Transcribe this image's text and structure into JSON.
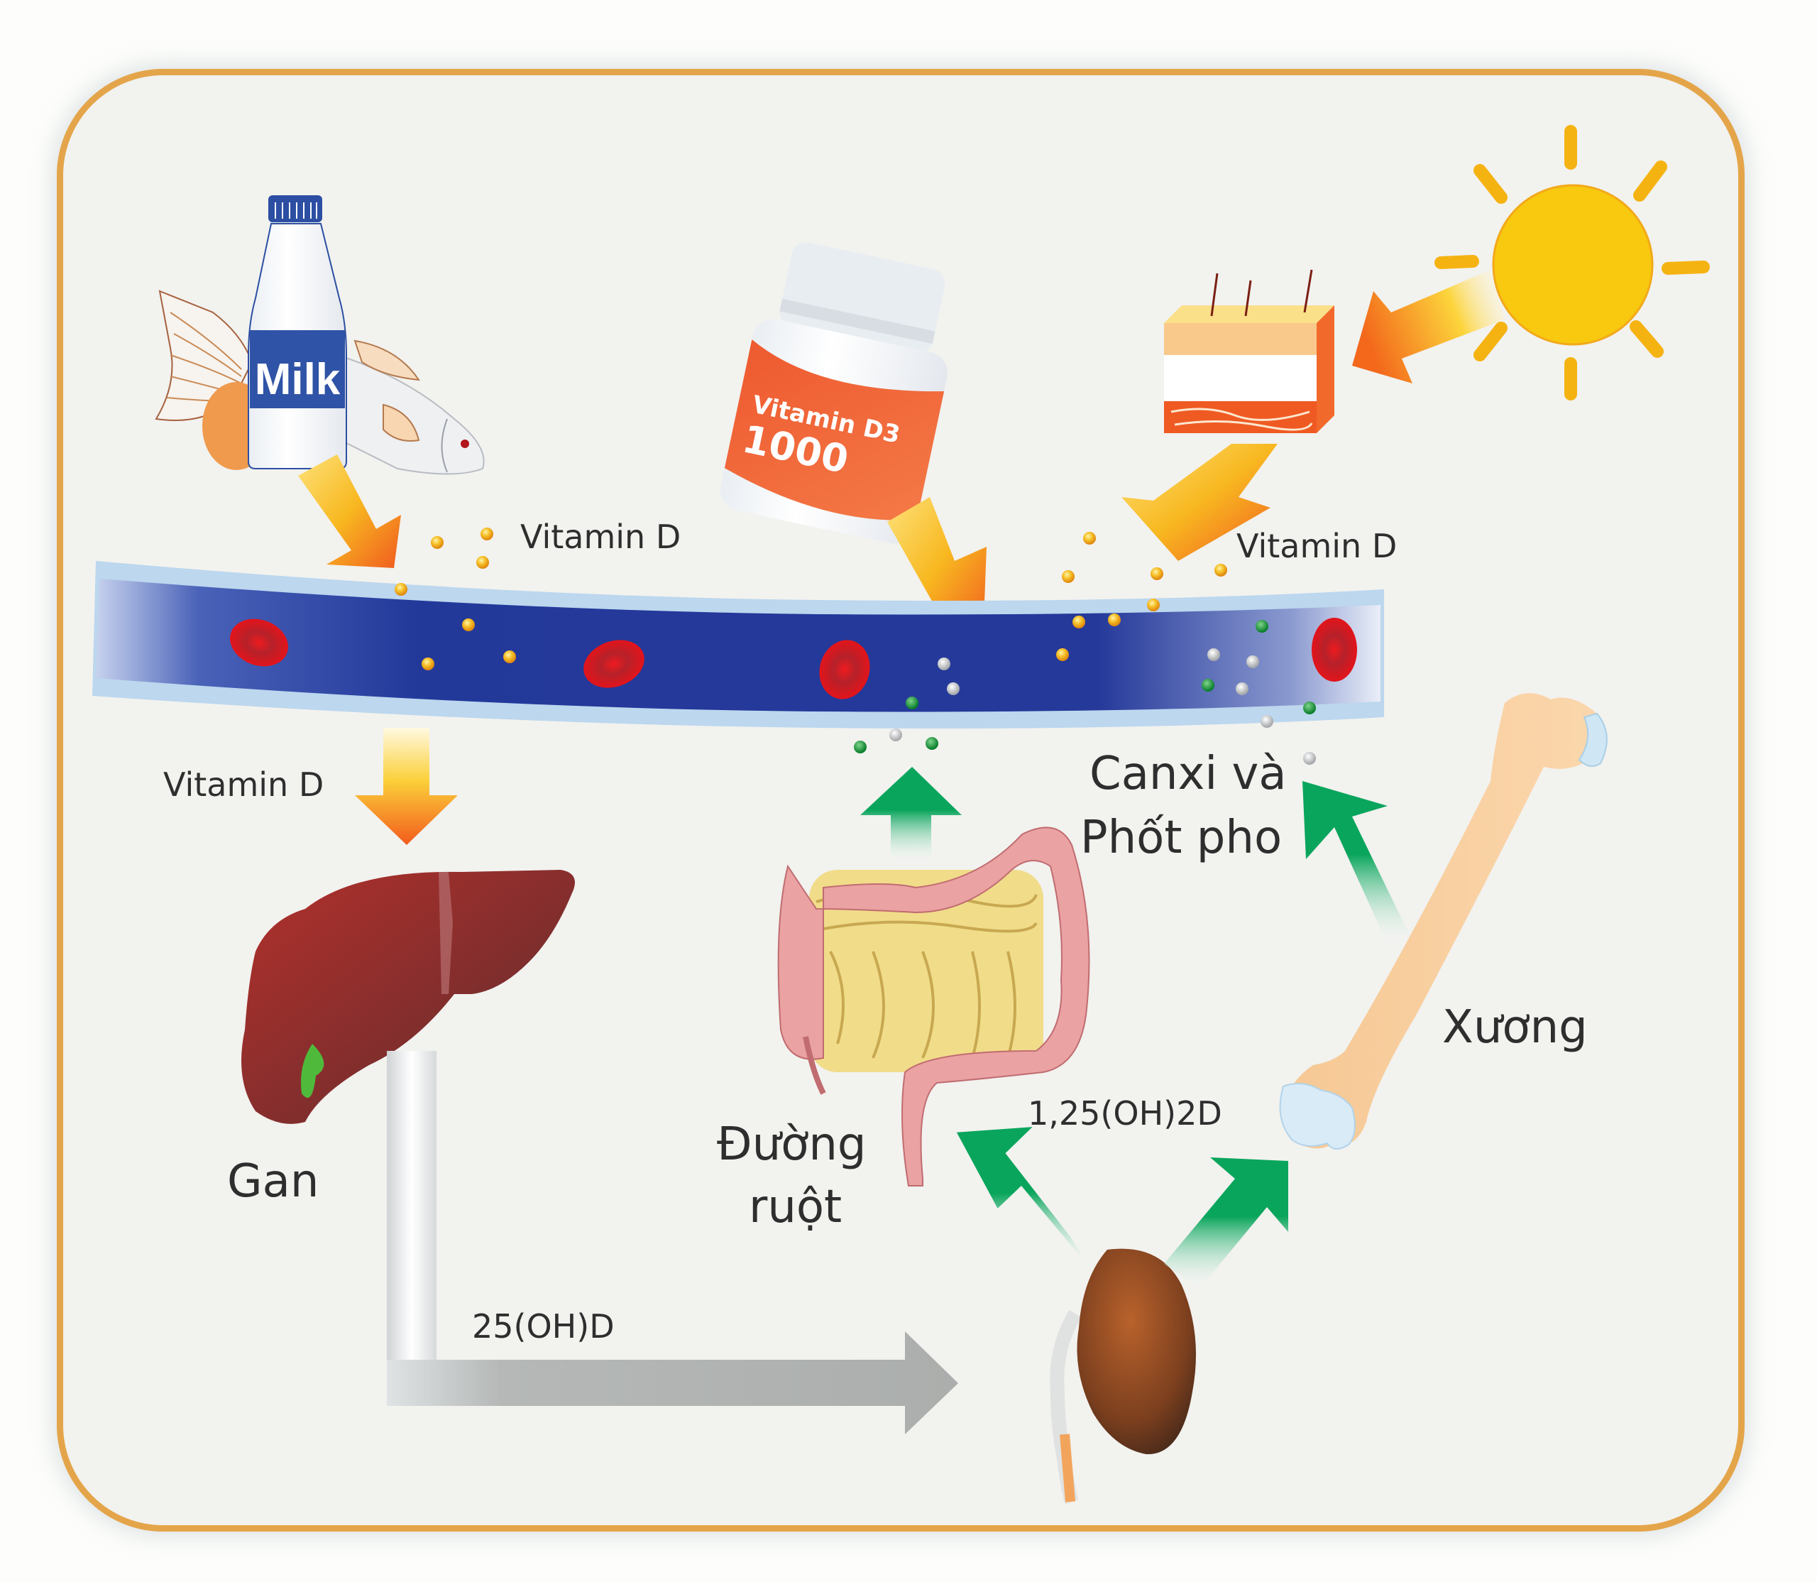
{
  "title": "Vitamin D metabolism pathway",
  "sources": {
    "food": {
      "milk_label": "Milk",
      "items": [
        "milk-bottle",
        "fish",
        "egg"
      ]
    },
    "supplement": {
      "brand_line": "Vitamin D3",
      "dose": "1000"
    },
    "sunlight": {
      "items": [
        "sun",
        "skin"
      ]
    }
  },
  "labels": {
    "vitamin_d_food": "Vitamin D",
    "vitamin_d_skin": "Vitamin D",
    "vitamin_d_to_liver": "Vitamin D",
    "liver": "Gan",
    "intestine_line1": "Đường",
    "intestine_line2": "ruột",
    "calcium_line1": "Canxi và",
    "calcium_line2": "Phốt pho",
    "bone": "Xương",
    "calcitriol": "1,25(OH)2D",
    "calcidiol": "25(OH)D"
  },
  "colors": {
    "frame_border": "#e4a54a",
    "background": "#f2f2ef",
    "vessel": "#23399a",
    "red_cell": "#d8171f",
    "vitamin_particle": "#f3b21c",
    "calcium_particle": "#e6e6e6",
    "phosphorus_particle": "#1f9a3e",
    "green_arrow": "#0aa55c",
    "gray_arrow": "#aeb1b0",
    "sun": "#f8c70e",
    "liver": "#8d2e2c",
    "kidney": "#8a4a1f",
    "bone": "#f8cd9a"
  }
}
